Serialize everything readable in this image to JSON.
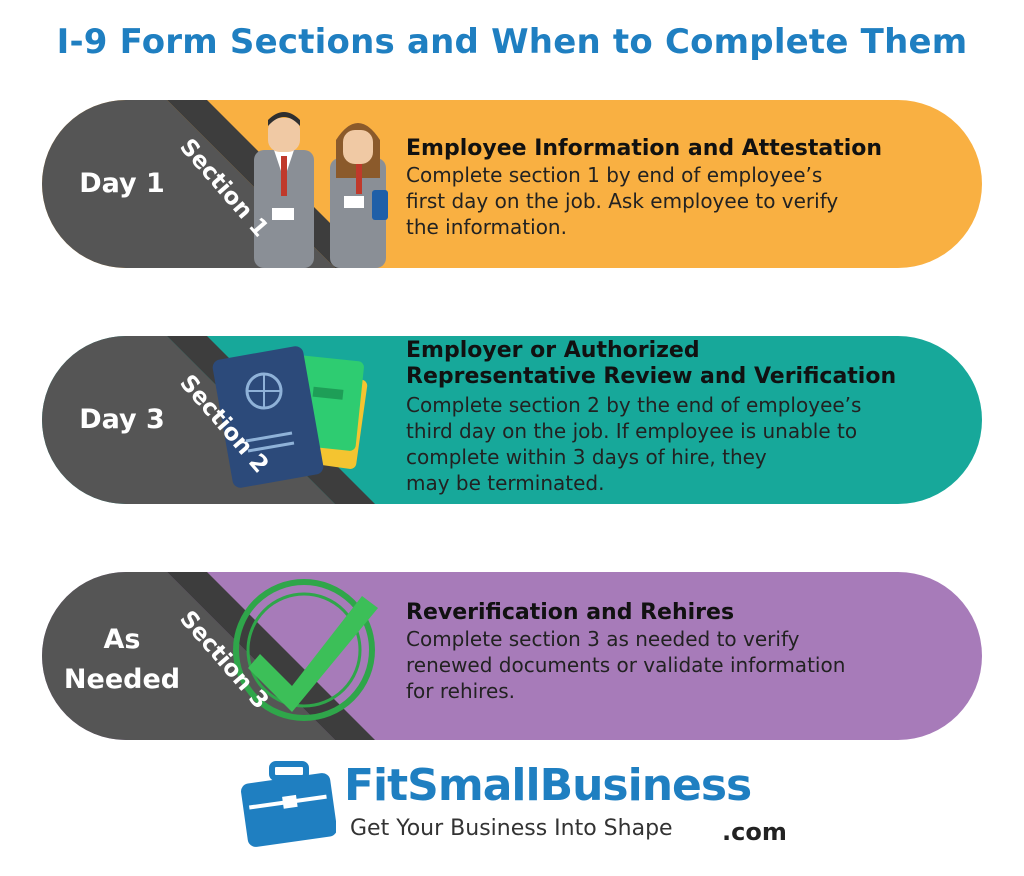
{
  "title": "I-9 Form Sections and When to Complete Them",
  "colors": {
    "title": "#1f7fc1",
    "card1": "#f9b042",
    "card2": "#17a89a",
    "card3": "#a77bb9",
    "dark": "#555555",
    "darker": "#3d3d3d"
  },
  "cards": [
    {
      "day": "Day 1",
      "section": "Section 1",
      "heading": "Employee Information and Attestation",
      "body": [
        "Complete section 1 by end of employee’s",
        "first day on the job. Ask employee to verify",
        "the information."
      ],
      "icon": "employees-icon"
    },
    {
      "day": "Day 3",
      "section": "Section 2",
      "heading": [
        "Employer or Authorized",
        "Representative Review and Verification"
      ],
      "body": [
        "Complete section 2 by the end of employee’s",
        "third day on the job. If employee is unable to",
        "complete within 3 days of hire, they",
        "may be terminated."
      ],
      "icon": "passport-icon"
    },
    {
      "day": [
        "As",
        "Needed"
      ],
      "section": "Section 3",
      "heading": "Reverification and Rehires",
      "body": [
        "Complete section 3 as needed to verify",
        "renewed documents or validate information",
        "for rehires."
      ],
      "icon": "checkmark-icon"
    }
  ],
  "logo": {
    "brand": "FitSmallBusiness",
    "tagline": "Get Your Business Into Shape",
    "suffix": ".com"
  }
}
